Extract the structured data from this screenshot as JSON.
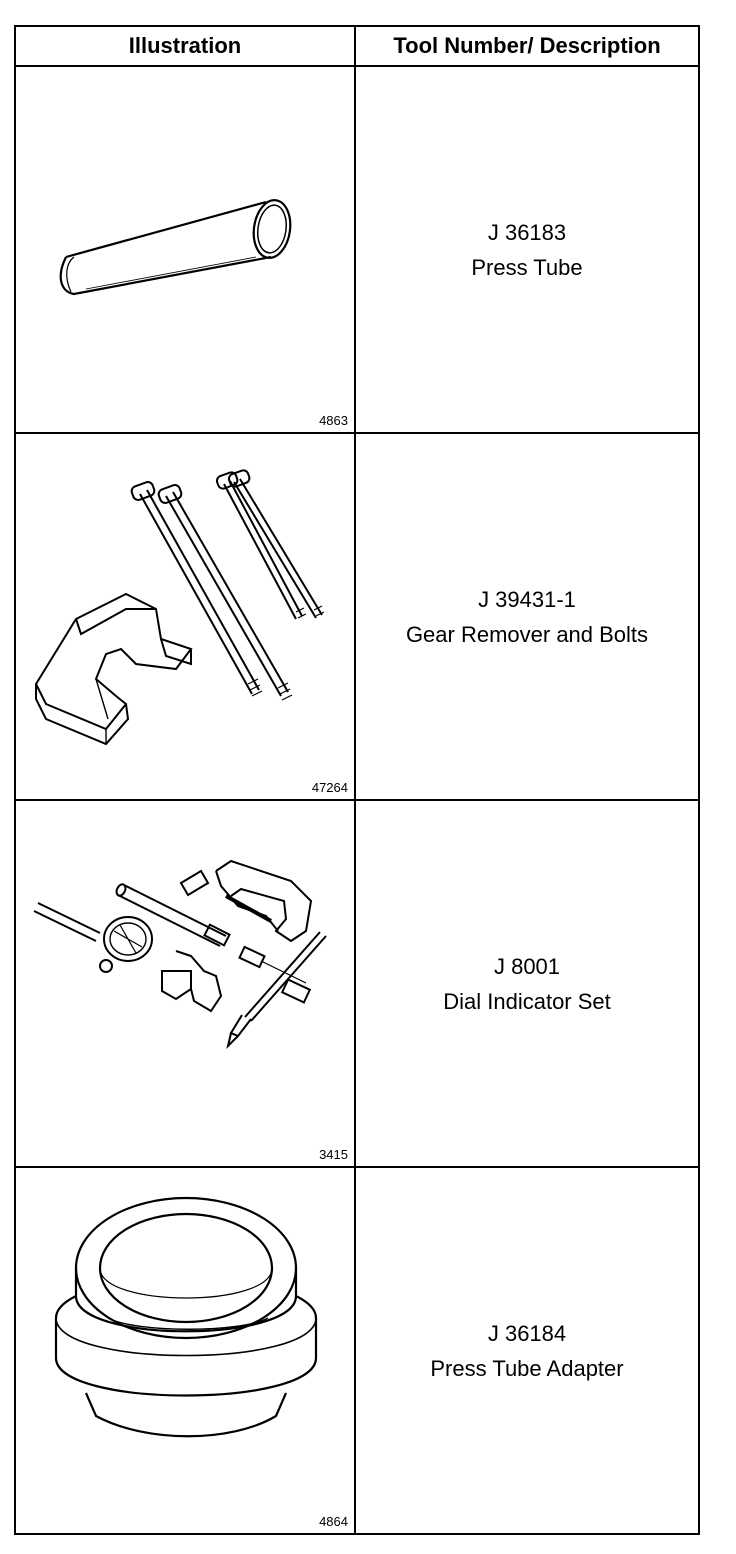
{
  "headers": {
    "illustration": "Illustration",
    "tool": "Tool Number/ Description"
  },
  "rows": [
    {
      "figure": "4863",
      "number": "J 36183",
      "description": "Press Tube",
      "icon": "press-tube-icon"
    },
    {
      "figure": "47264",
      "number": "J 39431-1",
      "description": "Gear Remover and Bolts",
      "icon": "gear-remover-icon"
    },
    {
      "figure": "3415",
      "number": "J 8001",
      "description": "Dial Indicator Set",
      "icon": "dial-indicator-icon"
    },
    {
      "figure": "4864",
      "number": "J 36184",
      "description": "Press Tube Adapter",
      "icon": "press-tube-adapter-icon"
    }
  ]
}
